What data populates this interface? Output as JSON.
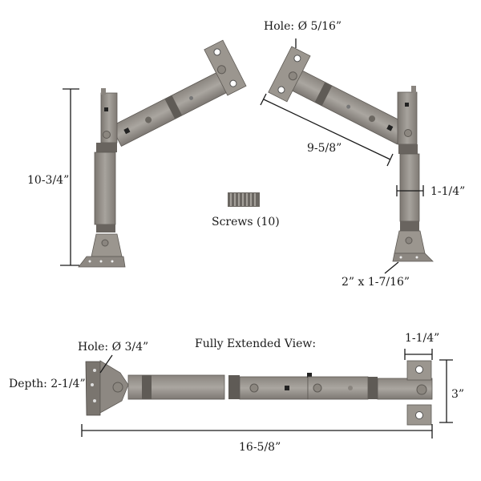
{
  "diagram": {
    "title": "Window stay / casement stay hardware with dimensions",
    "labels": {
      "top_hole": "Hole: Ø 5/16”",
      "left_height": "10-3/4”",
      "arm_length": "9-5/8”",
      "bar_width": "1-1/4”",
      "screws": "Screws (10)",
      "foot_plate": "2” x 1-7/16”",
      "extended_title": "Fully Extended View:",
      "extended_hole": "Hole: Ø 3/4”",
      "depth": "Depth: 2-1/4”",
      "end_width": "1-1/4”",
      "end_height": "3”",
      "total_length": "16-5/8”"
    },
    "colors": {
      "metal": "#8f8a83",
      "metal_light": "#a9a59f",
      "metal_dark": "#5e5a55",
      "line": "#1a1a1a",
      "background": "#ffffff"
    }
  }
}
